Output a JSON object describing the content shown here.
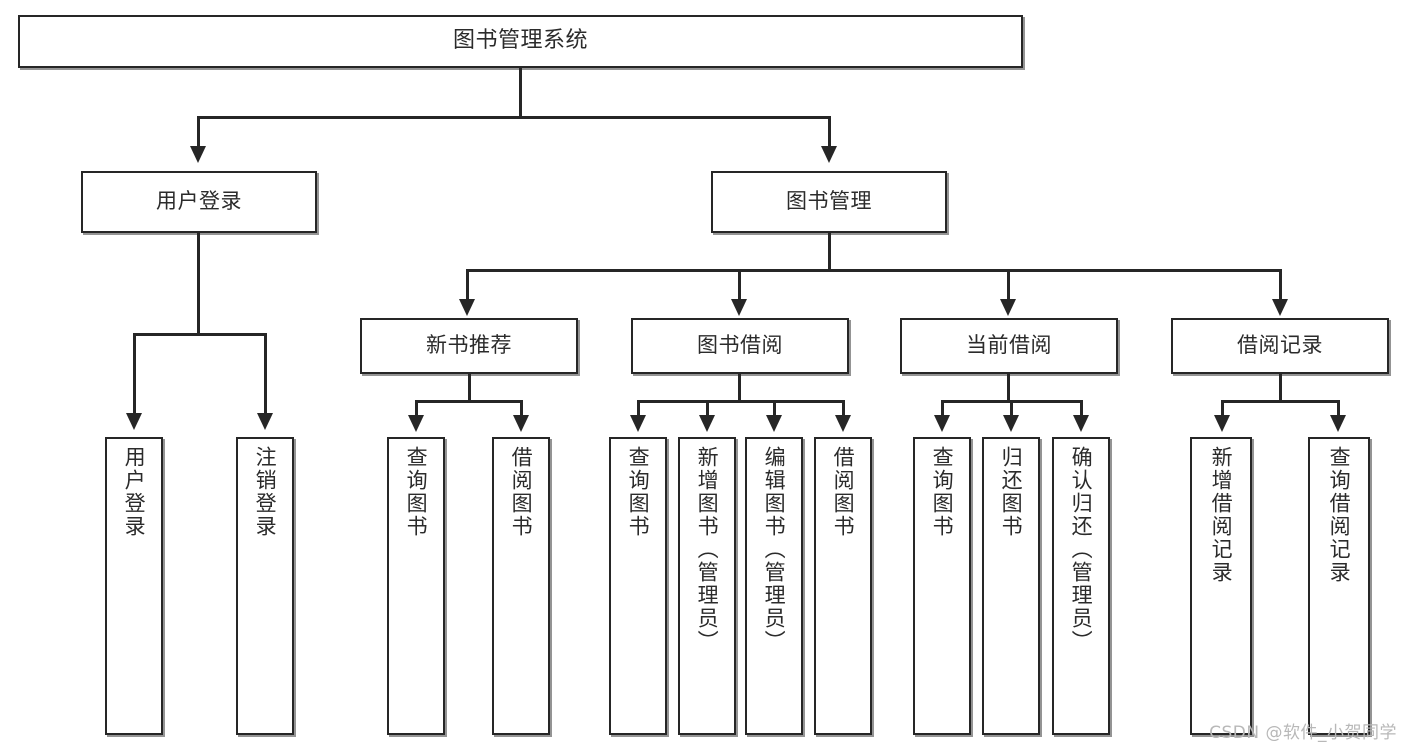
{
  "diagram": {
    "title": "图书管理系统",
    "type": "功能结构图",
    "watermark": "CSDN @软件_小贺同学",
    "colors": {
      "stroke": "#262626",
      "fill": "#ffffff",
      "text": "#2b2b2b",
      "watermark": "#b8b8b8"
    },
    "root": {
      "label": "图书管理系统"
    },
    "level2": [
      {
        "id": "user-login",
        "label": "用户登录"
      },
      {
        "id": "book-manage",
        "label": "图书管理"
      }
    ],
    "level3": [
      {
        "id": "new-book-rec",
        "label": "新书推荐",
        "parent": "book-manage"
      },
      {
        "id": "book-borrow",
        "label": "图书借阅",
        "parent": "book-manage"
      },
      {
        "id": "current-borrow",
        "label": "当前借阅",
        "parent": "book-manage"
      },
      {
        "id": "borrow-record",
        "label": "借阅记录",
        "parent": "book-manage"
      }
    ],
    "leaves": {
      "user-login": [
        {
          "id": "leaf-user-login",
          "label": "用户登录"
        },
        {
          "id": "leaf-user-logout",
          "label": "注销登录"
        }
      ],
      "new-book-rec": [
        {
          "id": "leaf-nbr-query",
          "label": "查询图书"
        },
        {
          "id": "leaf-nbr-borrow",
          "label": "借阅图书"
        }
      ],
      "book-borrow": [
        {
          "id": "leaf-bb-query",
          "label": "查询图书"
        },
        {
          "id": "leaf-bb-add",
          "label": "新增图书（管理员）"
        },
        {
          "id": "leaf-bb-edit",
          "label": "编辑图书（管理员）"
        },
        {
          "id": "leaf-bb-borrow",
          "label": "借阅图书"
        }
      ],
      "current-borrow": [
        {
          "id": "leaf-cb-query",
          "label": "查询图书"
        },
        {
          "id": "leaf-cb-return",
          "label": "归还图书"
        },
        {
          "id": "leaf-cb-confirm",
          "label": "确认归还（管理员）"
        }
      ],
      "borrow-record": [
        {
          "id": "leaf-br-add",
          "label": "新增借阅记录"
        },
        {
          "id": "leaf-br-query",
          "label": "查询借阅记录"
        }
      ]
    }
  }
}
